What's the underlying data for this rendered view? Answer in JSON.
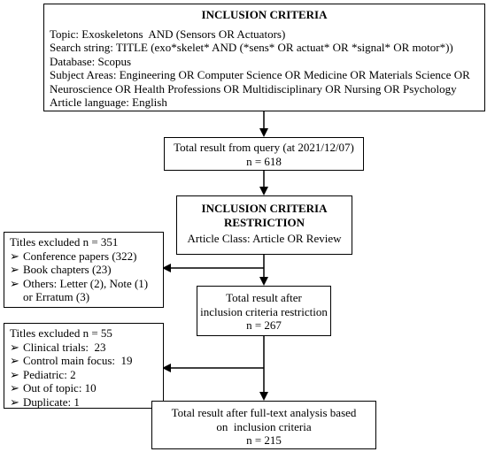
{
  "inclusion": {
    "title": "INCLUSION CRITERIA",
    "lines": [
      "Topic: Exoskeletons  AND (Sensors OR Actuators)",
      "Search string: TITLE (exo*skelet* AND (*sens* OR actuat* OR *signal* OR motor*))",
      "Database: Scopus",
      "Subject Areas: Engineering OR Computer Science OR Medicine OR Materials Science OR Neuroscience OR Health Professions OR Multidisciplinary OR Nursing OR Psychology",
      "Article language: English"
    ]
  },
  "query_result": {
    "line1": "Total result from query (at 2021/12/07)",
    "line2": "n = 618"
  },
  "restriction": {
    "title_line1": "INCLUSION CRITERIA",
    "title_line2": "RESTRICTION",
    "subtitle": "Article Class: Article OR Review"
  },
  "excluded_1": {
    "title": "Titles excluded n = 351",
    "items": [
      "Conference papers (322)",
      "Book chapters (23)",
      "Others: Letter (2), Note (1) or Erratum (3)"
    ]
  },
  "after_restriction": {
    "line1": "Total result after",
    "line2": "inclusion criteria restriction",
    "line3": "n = 267"
  },
  "excluded_2": {
    "title": "Titles excluded n = 55",
    "items": [
      "Clinical trials:  23",
      "Control main focus:  19",
      "Pediatric: 2",
      "Out of topic: 10",
      "Duplicate: 1"
    ]
  },
  "final_result": {
    "line1": "Total result after full-text analysis based",
    "line2": "on  inclusion criteria",
    "line3": "n = 215"
  },
  "bullet_glyph": "➢"
}
